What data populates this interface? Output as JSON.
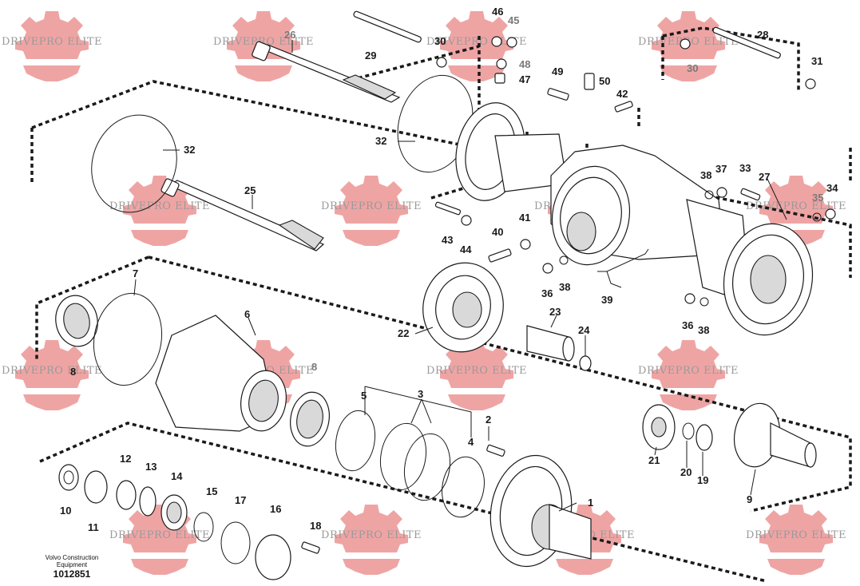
{
  "watermark": {
    "text": "DRIVEPRO ELITE"
  },
  "callouts": {
    "c1": "1",
    "c2": "2",
    "c3": "3",
    "c4": "4",
    "c5": "5",
    "c6": "6",
    "c7": "7",
    "c8a": "8",
    "c8b": "8",
    "c9": "9",
    "c10": "10",
    "c11": "11",
    "c12": "12",
    "c13": "13",
    "c14": "14",
    "c15": "15",
    "c16": "16",
    "c17": "17",
    "c18": "18",
    "c19": "19",
    "c20": "20",
    "c21": "21",
    "c22": "22",
    "c23": "23",
    "c24": "24",
    "c25": "25",
    "c26": "26",
    "c27": "27",
    "c28": "28",
    "c29": "29",
    "c30a": "30",
    "c30b": "30",
    "c31": "31",
    "c32a": "32",
    "c32b": "32",
    "c33": "33",
    "c34": "34",
    "c35": "35",
    "c36a": "36",
    "c36b": "36",
    "c37": "37",
    "c38a": "38",
    "c38b": "38",
    "c38c": "38",
    "c39": "39",
    "c40": "40",
    "c41": "41",
    "c42": "42",
    "c43": "43",
    "c44": "44",
    "c45": "45",
    "c46": "46",
    "c47": "47",
    "c48": "48",
    "c49": "49",
    "c50": "50"
  },
  "caption": {
    "maker": "Volvo Construction Equipment",
    "number": "1012851"
  }
}
